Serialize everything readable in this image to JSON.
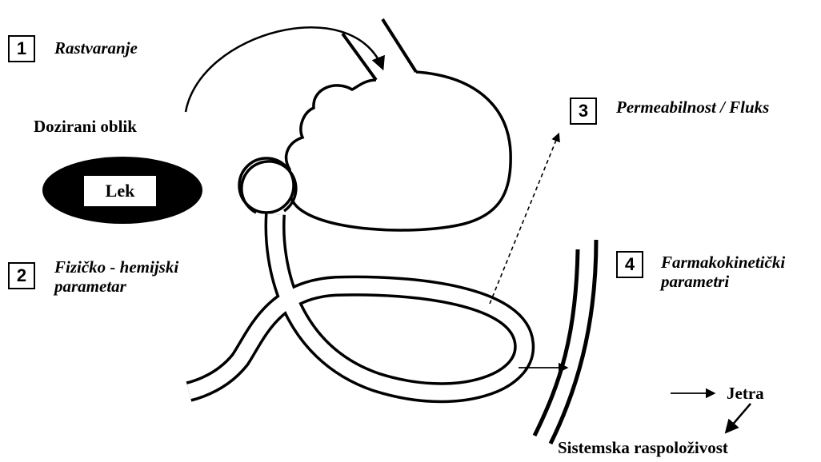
{
  "steps": [
    {
      "number": "1",
      "label": "Rastvaranje"
    },
    {
      "number": "2",
      "label_line1": "Fizičko - hemijski",
      "label_line2": "parametar"
    },
    {
      "number": "3",
      "label": "Permeabilnost / Fluks"
    },
    {
      "number": "4",
      "label_line1": "Farmakokinetički",
      "label_line2": "parametri"
    }
  ],
  "labels": {
    "dosage_form": "Dozirani oblik",
    "drug": "Lek",
    "liver": "Jetra",
    "systemic": "Sistemska raspoloživost"
  }
}
